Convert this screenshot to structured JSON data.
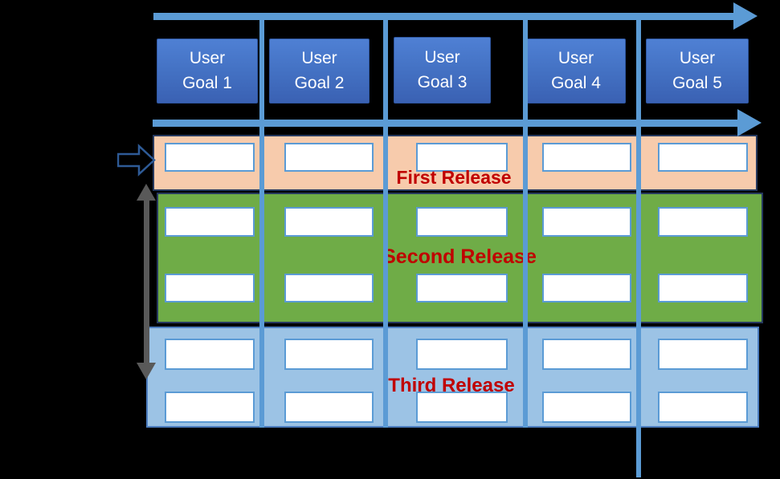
{
  "title": "Story map release planning diagram",
  "user_goals": [
    {
      "label": "User Goal 1"
    },
    {
      "label": "User Goal 2"
    },
    {
      "label": "User Goal 3"
    },
    {
      "label": "User Goal 4"
    },
    {
      "label": "User Goal 5"
    }
  ],
  "releases": [
    {
      "name": "First Release",
      "band_color": "#F7CBAC",
      "story_rows": 1,
      "cards_per_row": 5
    },
    {
      "name": "Second Release",
      "band_color": "#6FAC47",
      "story_rows": 2,
      "cards_per_row": 5
    },
    {
      "name": "Third Release",
      "band_color": "#9CC3E5",
      "story_rows": 2,
      "cards_per_row": 5
    }
  ],
  "colors": {
    "background": "#000000",
    "timeline_arrow_blue": "#5B9BD5",
    "column_line_blue": "#5B9BD5",
    "goal_box_blue": "#4472C4",
    "card_border_blue": "#5B9BD5",
    "card_fill": "#FFFFFF",
    "release_label_red": "#C00000",
    "double_arrow_gray": "#595959",
    "block_arrow_outline_blue": "#2E5B97"
  }
}
